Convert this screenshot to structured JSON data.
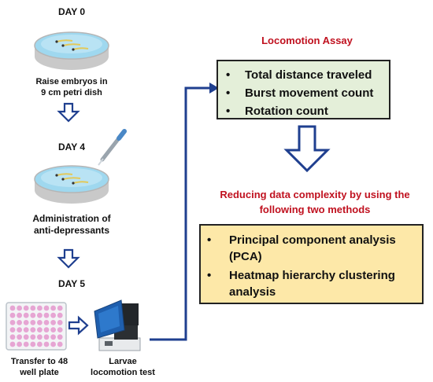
{
  "steps": {
    "day0": "DAY 0",
    "raise_line1": "Raise embryos in",
    "raise_line2": "9 cm petri dish",
    "day4": "DAY  4",
    "admin_line1": "Administration of",
    "admin_line2": "anti-depressants",
    "day5": "DAY 5",
    "transfer_line1": "Transfer to 48",
    "transfer_line2": "well plate",
    "larvae_line1": "Larvae",
    "larvae_line2": "locomotion test"
  },
  "assay": {
    "title": "Locomotion Assay",
    "items": [
      "Total distance traveled",
      "Burst movement count",
      "Rotation count"
    ]
  },
  "reducing": {
    "line1": "Reducing data complexity by using the",
    "line2": "following two methods"
  },
  "methods": {
    "item1_line1": "Principal component analysis",
    "item1_line2": "(PCA)",
    "item2_line1": "Heatmap hierarchy clustering",
    "item2_line2": "analysis"
  },
  "colors": {
    "accent_red": "#c0111f",
    "arrow_blue": "#1f3f8f",
    "green_box": "#e4efd9",
    "yellow_box": "#fde8a8",
    "dish_blue": "#9fd8ef",
    "well_pink": "#e6a5d3"
  }
}
